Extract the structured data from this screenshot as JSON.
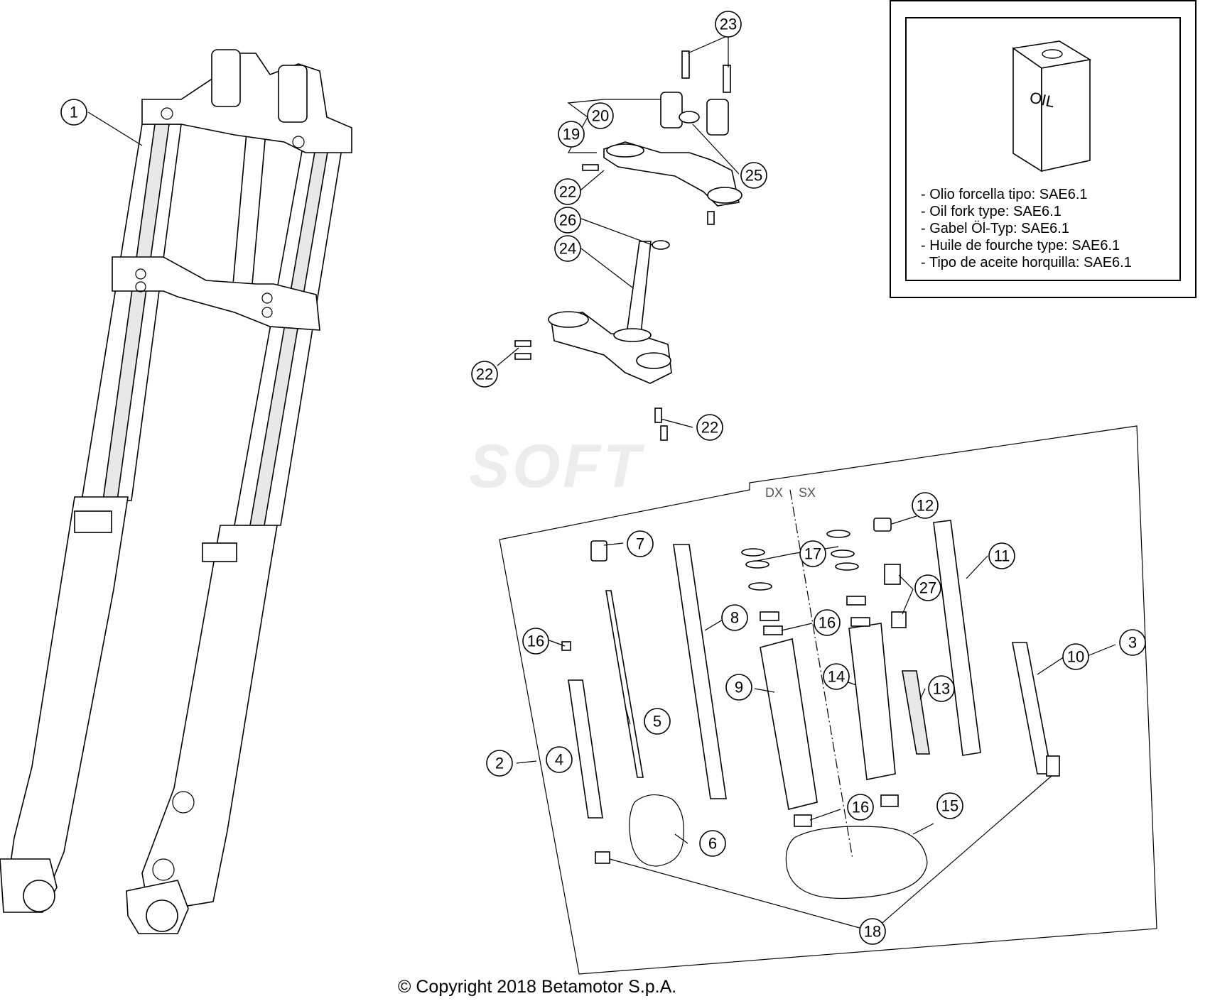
{
  "oil_box": {
    "label": "OIL",
    "notes": [
      "- Olio forcella tipo: SAE6.1",
      "- Oil fork type: SAE6.1",
      "- Gabel Öl-Typ: SAE6.1",
      "- Huile de fourche type: SAE6.1",
      "- Tipo de aceite horquilla: SAE6.1"
    ]
  },
  "sides": {
    "right": "DX",
    "left": "SX"
  },
  "watermark": "SOFT",
  "copyright": "© Copyright 2018 Betamotor S.p.A.",
  "callouts": [
    "1",
    "2",
    "3",
    "4",
    "5",
    "6",
    "7",
    "8",
    "9",
    "10",
    "11",
    "12",
    "13",
    "14",
    "15",
    "16",
    "16",
    "16",
    "16",
    "17",
    "18",
    "19",
    "20",
    "22",
    "22",
    "22",
    "23",
    "24",
    "25",
    "26",
    "27"
  ]
}
